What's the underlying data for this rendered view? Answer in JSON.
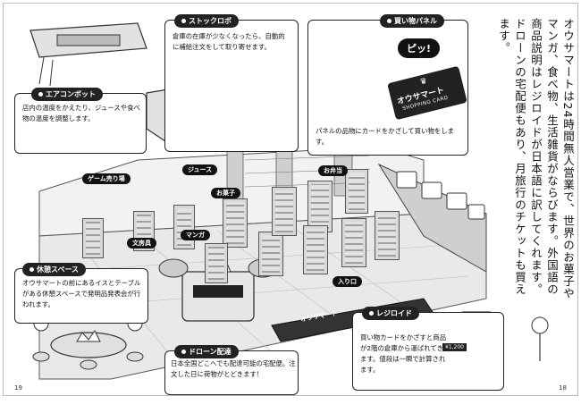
{
  "main_text": "オウサマートは24時間無人営業で、世界のお菓子やマンガ、食べ物、生活雑貨がならびます。外国語の商品説明はレジロイドが日本語に訳してくれます。ドローンの宅配便もあり、月旅行のチケットも買えます。",
  "aircon": {
    "label": "エアコンボット",
    "desc": "店内の温度をかえたり、ジュースや食べ物の温度を調整します。"
  },
  "stock": {
    "label": "ストックロボ",
    "desc": "倉庫の在庫が少なくなったら、自動的に補給注文をして取り寄せます。"
  },
  "panel": {
    "label": "買い物パネル",
    "desc": "パネルの品物にカードをかざして買い物をします。",
    "pi": "ピッ!",
    "card_brand": "オウサマート",
    "card_sub": "SHOPPING CARD"
  },
  "rest": {
    "label": "休憩スペース",
    "desc": "オウサマートの前にあるイスとテーブルがある休憩スペースで発明品発表会が行われます。"
  },
  "drone": {
    "label": "ドローン配達",
    "desc": "日本全国どこへでも配達可能の宅配便。注文した日に荷物がとどきます！"
  },
  "register": {
    "label": "レジロイド",
    "desc": "買い物カードをかざすと商品が2階の倉庫から運ばれてきます。値段は一瞬で計算されます。",
    "price": "¥1,200"
  },
  "areas": {
    "game": "ゲーム売り場",
    "juice": "ジュース",
    "bento": "お弁当",
    "snack": "お菓子",
    "stationery": "文房具",
    "manga": "マンガ",
    "entrance": "入り口"
  },
  "sign": "オウサマート",
  "page_left": "19",
  "page_right": "18"
}
